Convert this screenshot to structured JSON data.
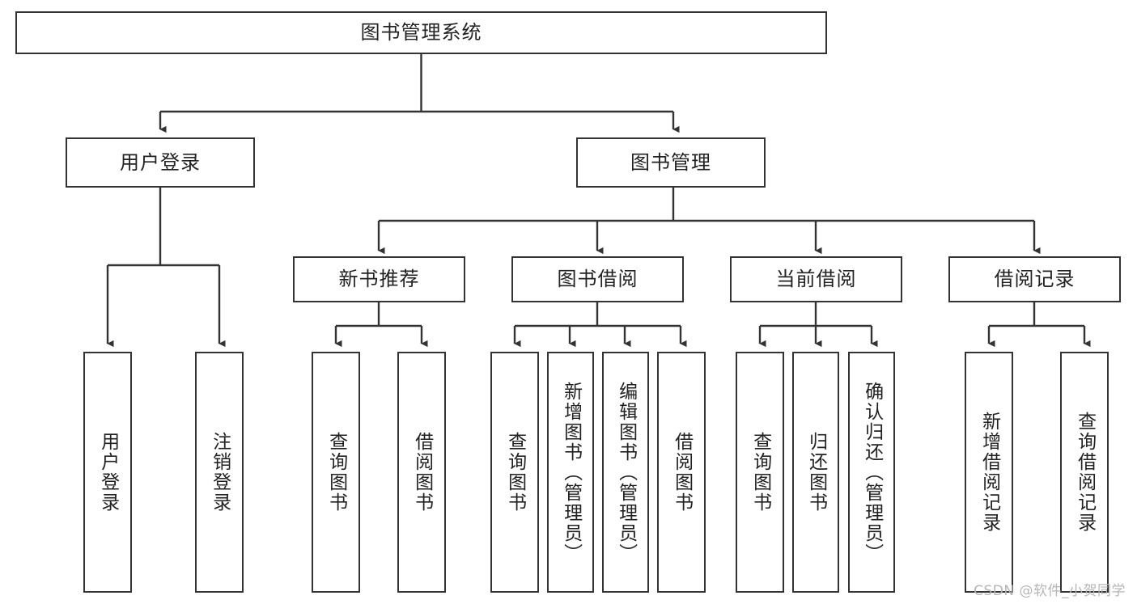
{
  "diagram": {
    "title": "图书管理系统",
    "type": "tree-hierarchy",
    "orientation": "top-down",
    "line_color": "#333333",
    "box_border_color": "#333333",
    "box_fill_color": "#ffffff",
    "text_color": "#222222"
  },
  "watermark": {
    "text": "CSDN @软件_小贺同学",
    "color": "#b6b6b6"
  },
  "nodes": {
    "root": {
      "label": "图书管理系统"
    },
    "level2": [
      {
        "label": "用户登录"
      },
      {
        "label": "图书管理"
      }
    ],
    "level3": [
      {
        "label": "新书推荐"
      },
      {
        "label": "图书借阅"
      },
      {
        "label": "当前借阅"
      },
      {
        "label": "借阅记录"
      }
    ],
    "leaves_user_login": [
      {
        "label": "用户登录"
      },
      {
        "label": "注销登录"
      }
    ],
    "leaves_new_book": [
      {
        "label": "查询图书"
      },
      {
        "label": "借阅图书"
      }
    ],
    "leaves_borrow": [
      {
        "label": "查询图书"
      },
      {
        "label": "新增图书（管理员）"
      },
      {
        "label": "编辑图书（管理员）"
      },
      {
        "label": "借阅图书"
      }
    ],
    "leaves_current": [
      {
        "label": "查询图书"
      },
      {
        "label": "归还图书"
      },
      {
        "label": "确认归还（管理员）"
      }
    ],
    "leaves_records": [
      {
        "label": "新增借阅记录"
      },
      {
        "label": "查询借阅记录"
      }
    ]
  }
}
